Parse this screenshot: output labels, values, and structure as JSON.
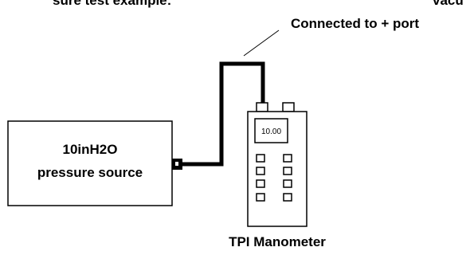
{
  "heading_left": "sure test example:",
  "heading_right": "vacu",
  "callout": "Connected to + port",
  "source": {
    "line1": "10inH2O",
    "line2": "pressure source"
  },
  "device": {
    "display_value": "10.00",
    "caption": "TPI Manometer"
  },
  "colors": {
    "line": "#000000",
    "background": "#ffffff"
  }
}
